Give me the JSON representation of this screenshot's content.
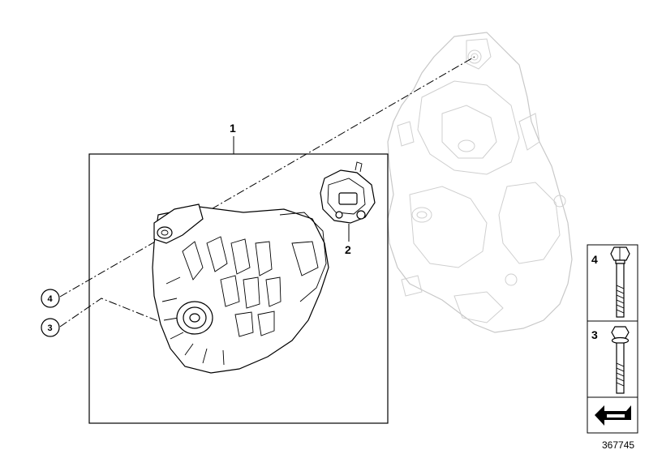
{
  "labels": {
    "assembly": "1",
    "regulator": "2",
    "callout_4": "4",
    "callout_3": "3"
  },
  "legend": {
    "bolt_4": "4",
    "bolt_3": "3"
  },
  "document_number": "367745"
}
